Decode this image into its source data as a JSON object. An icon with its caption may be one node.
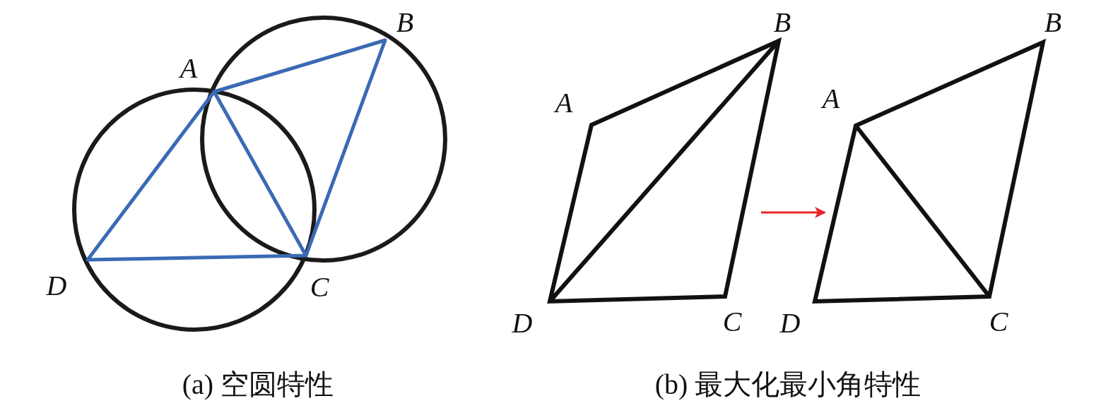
{
  "diagram": {
    "nodes": [
      {
        "text": [],
        "shape": "quadrilateral"
      },
      {
        "text": [],
        "shape": "quadrilateral"
      }
    ],
    "edges": [
      {
        "from": 0,
        "to": 1,
        "arrow": "to",
        "color": "#e8262a"
      }
    ],
    "labels": [
      "B",
      "A",
      "D",
      "C",
      "(a) 空圆特性",
      "B",
      "A",
      "D",
      "C",
      "B",
      "A",
      "D",
      "C",
      "(b) 最大化最小角特性"
    ]
  }
}
